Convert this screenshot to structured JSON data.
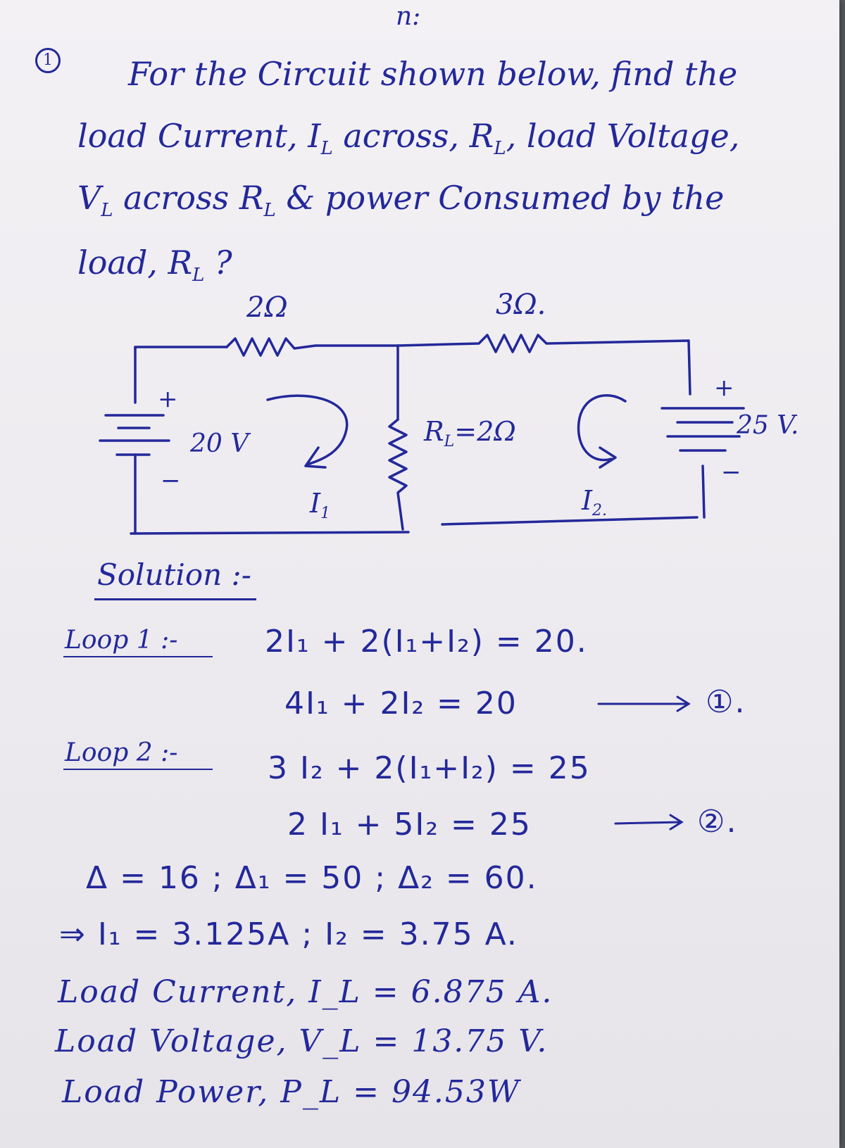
{
  "page_mark": "n:",
  "question": {
    "number": "1",
    "lines": [
      "For the Circuit shown below, find the",
      "load Current, I",
      "V",
      "load, R"
    ],
    "line2_rest": " across, R",
    "line2_end": ", load Voltage,",
    "line3_rest": " across R",
    "line3_end": " & power Consumed by the",
    "line4_end": " ?",
    "sub_L": "L"
  },
  "circuit": {
    "r1_label": "2Ω",
    "r2_label": "3Ω.",
    "rl_label": "R",
    "rl_sub": "L",
    "rl_value": "=2Ω",
    "v1_label": "20 V",
    "v2_label": "25 V.",
    "i1_label": "I",
    "i1_sub": "1",
    "i2_label": "I",
    "i2_sub": "2.",
    "plus": "+",
    "minus": "−"
  },
  "solution": {
    "heading": "Solution :-",
    "loop1_label": "Loop 1 :-",
    "loop1_eq1": "2I₁ + 2(I₁+I₂) = 20.",
    "loop1_eq2": "4I₁ + 2I₂ = 20",
    "loop1_tag": "①.",
    "loop2_label": "Loop 2 :-",
    "loop2_eq1": "3 I₂ + 2(I₁+I₂) = 25",
    "loop2_eq2": "2 I₁ + 5I₂ = 25",
    "loop2_tag": "②.",
    "determinants": "Δ = 16 ;  Δ₁ = 50 ;  Δ₂ = 60.",
    "currents": "⇒ I₁ = 3.125A ;   I₂ = 3.75 A.",
    "load_current": "Load Current, I_L = 6.875 A.",
    "load_voltage": "Load Voltage, V_L = 13.75 V.",
    "load_power": "Load Power, P_L = 94.53W"
  }
}
